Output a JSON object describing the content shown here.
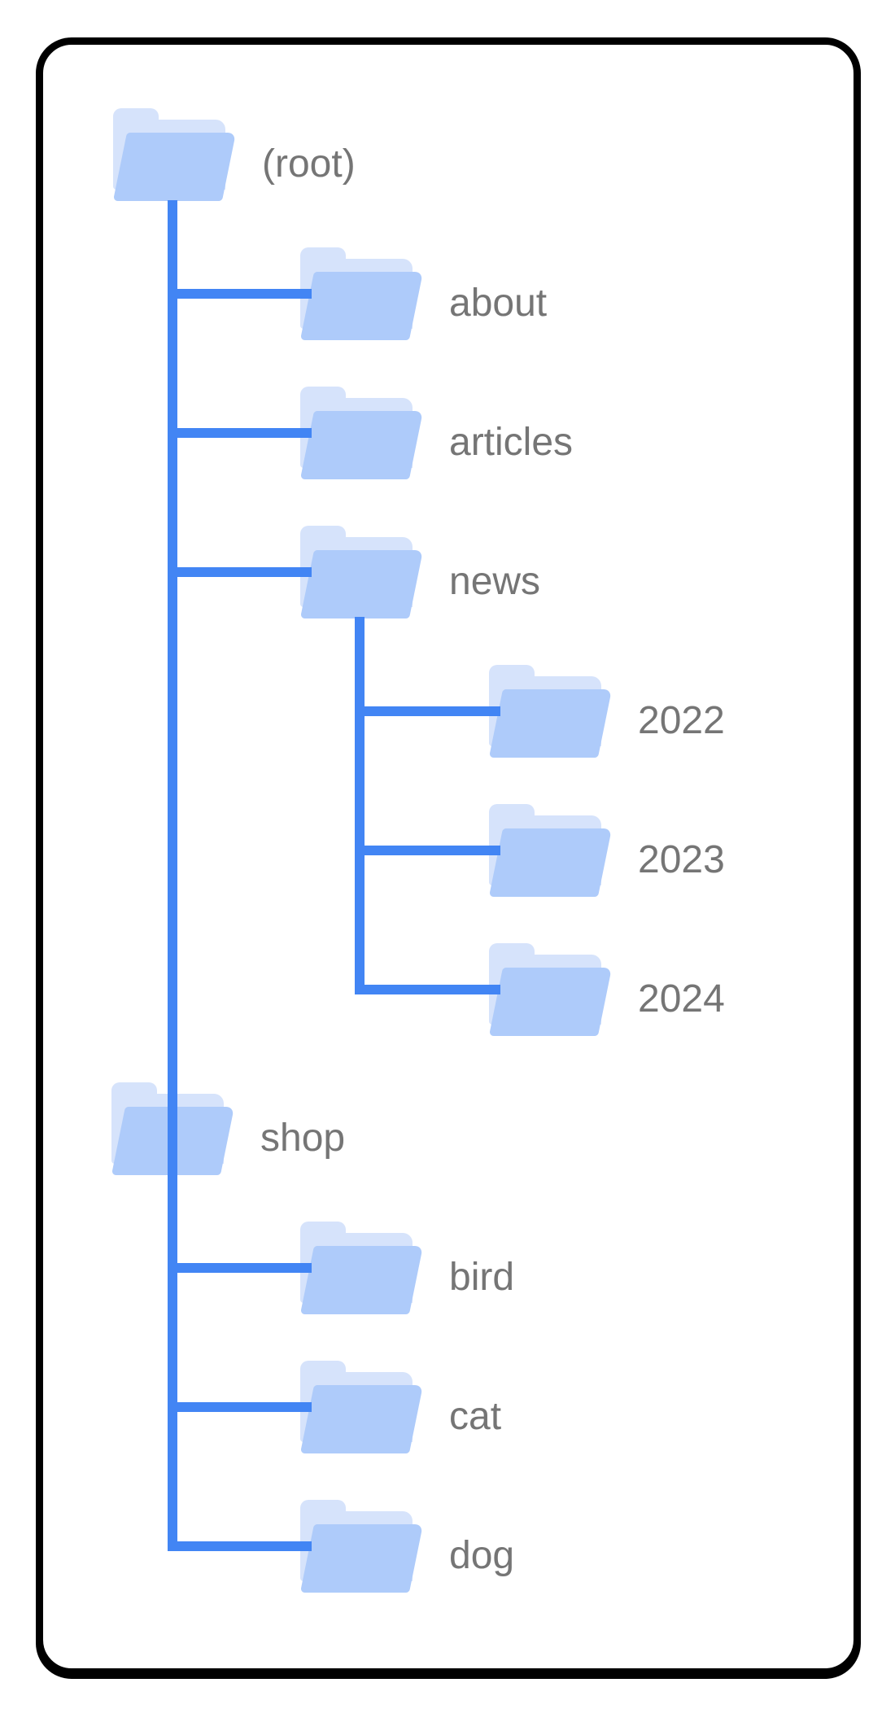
{
  "diagram": {
    "type": "site-folder-hierarchy-tree",
    "frame_style": "rounded black border card"
  },
  "tree": {
    "nodes": [
      {
        "id": "root",
        "label": "(root)",
        "level": 1
      },
      {
        "id": "about",
        "label": "about",
        "level": 2
      },
      {
        "id": "articles",
        "label": "articles",
        "level": 2
      },
      {
        "id": "news",
        "label": "news",
        "level": 2
      },
      {
        "id": "y2022",
        "label": "2022",
        "level": 3
      },
      {
        "id": "y2023",
        "label": "2023",
        "level": 3
      },
      {
        "id": "y2024",
        "label": "2024",
        "level": 3
      },
      {
        "id": "shop",
        "label": "shop",
        "level": 1
      },
      {
        "id": "bird",
        "label": "bird",
        "level": 2
      },
      {
        "id": "cat",
        "label": "cat",
        "level": 2
      },
      {
        "id": "dog",
        "label": "dog",
        "level": 2
      }
    ],
    "hierarchy": {
      "(root)": [
        "about",
        "articles",
        "news",
        "shop"
      ],
      "news": [
        "2022",
        "2023",
        "2024"
      ],
      "shop": [
        "bird",
        "cat",
        "dog"
      ]
    }
  },
  "colors": {
    "line": "#4285f4",
    "folder_front": "#aecbfa",
    "folder_back": "#d6e3fb",
    "label_text": "#757575",
    "frame_border": "#000000",
    "background": "#ffffff"
  }
}
